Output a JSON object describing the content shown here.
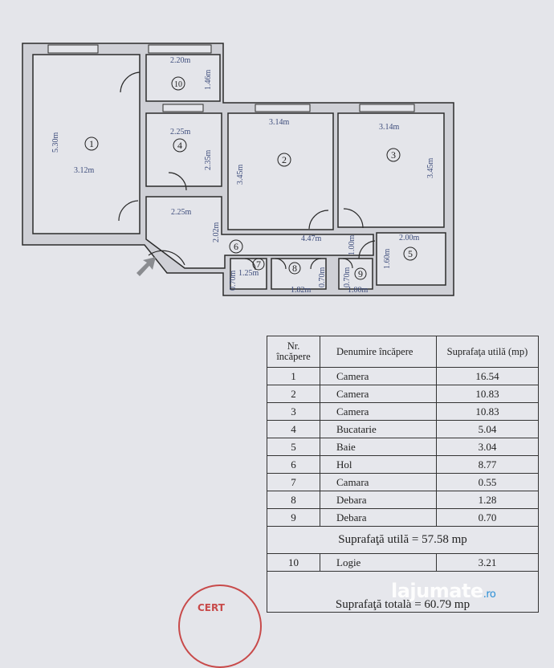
{
  "plan": {
    "rooms": {
      "r1": "1",
      "r2": "2",
      "r3": "3",
      "r4": "4",
      "r5": "5",
      "r6": "6",
      "r7": "7",
      "r8": "8",
      "r9": "9",
      "r10": "10"
    },
    "dimensions": {
      "r1_h": "5.30m",
      "r1_w": "3.12m",
      "r10_w": "2.20m",
      "r10_h": "1.46m",
      "r4_w": "2.25m",
      "r4_h": "2.35m",
      "r2_w": "3.14m",
      "r2_h": "3.45m",
      "r3_w": "3.14m",
      "r3_h": "3.45m",
      "hall_w": "2.25m",
      "hall_h": "2.02m",
      "hall_long": "4.47m",
      "r5_w": "2.00m",
      "r5_h": "1.60m",
      "r9_h": "1.00m",
      "r7_w": "1.25m",
      "r7_h": "0.70m",
      "r8_w": "1.82m",
      "r8_h": "0.70m",
      "r9_w": "0.70m",
      "r9_b": "1.00m"
    },
    "colors": {
      "wall": "#2b2b2b",
      "dim": "#3e4d7c",
      "arrow": "#8a8c90"
    }
  },
  "table": {
    "headers": {
      "nr": "Nr. încăpere",
      "name": "Denumire încăpere",
      "area": "Suprafaţa utilă (mp)"
    },
    "rows": [
      {
        "nr": "1",
        "name": "Camera",
        "area": "16.54"
      },
      {
        "nr": "2",
        "name": "Camera",
        "area": "10.83"
      },
      {
        "nr": "3",
        "name": "Camera",
        "area": "10.83"
      },
      {
        "nr": "4",
        "name": "Bucatarie",
        "area": "5.04"
      },
      {
        "nr": "5",
        "name": "Baie",
        "area": "3.04"
      },
      {
        "nr": "6",
        "name": "Hol",
        "area": "8.77"
      },
      {
        "nr": "7",
        "name": "Camara",
        "area": "0.55"
      },
      {
        "nr": "8",
        "name": "Debara",
        "area": "1.28"
      },
      {
        "nr": "9",
        "name": "Debara",
        "area": "0.70"
      }
    ],
    "useful_total": "Suprafaţă utilă =  57.58 mp",
    "logia": {
      "nr": "10",
      "name": "Logie",
      "area": "3.21"
    },
    "total": "Suprafaţă totală = 60.79 mp"
  },
  "stamp": {
    "text": "CERT"
  },
  "watermark": {
    "brand": "lajumate",
    "tld": ".ro"
  }
}
